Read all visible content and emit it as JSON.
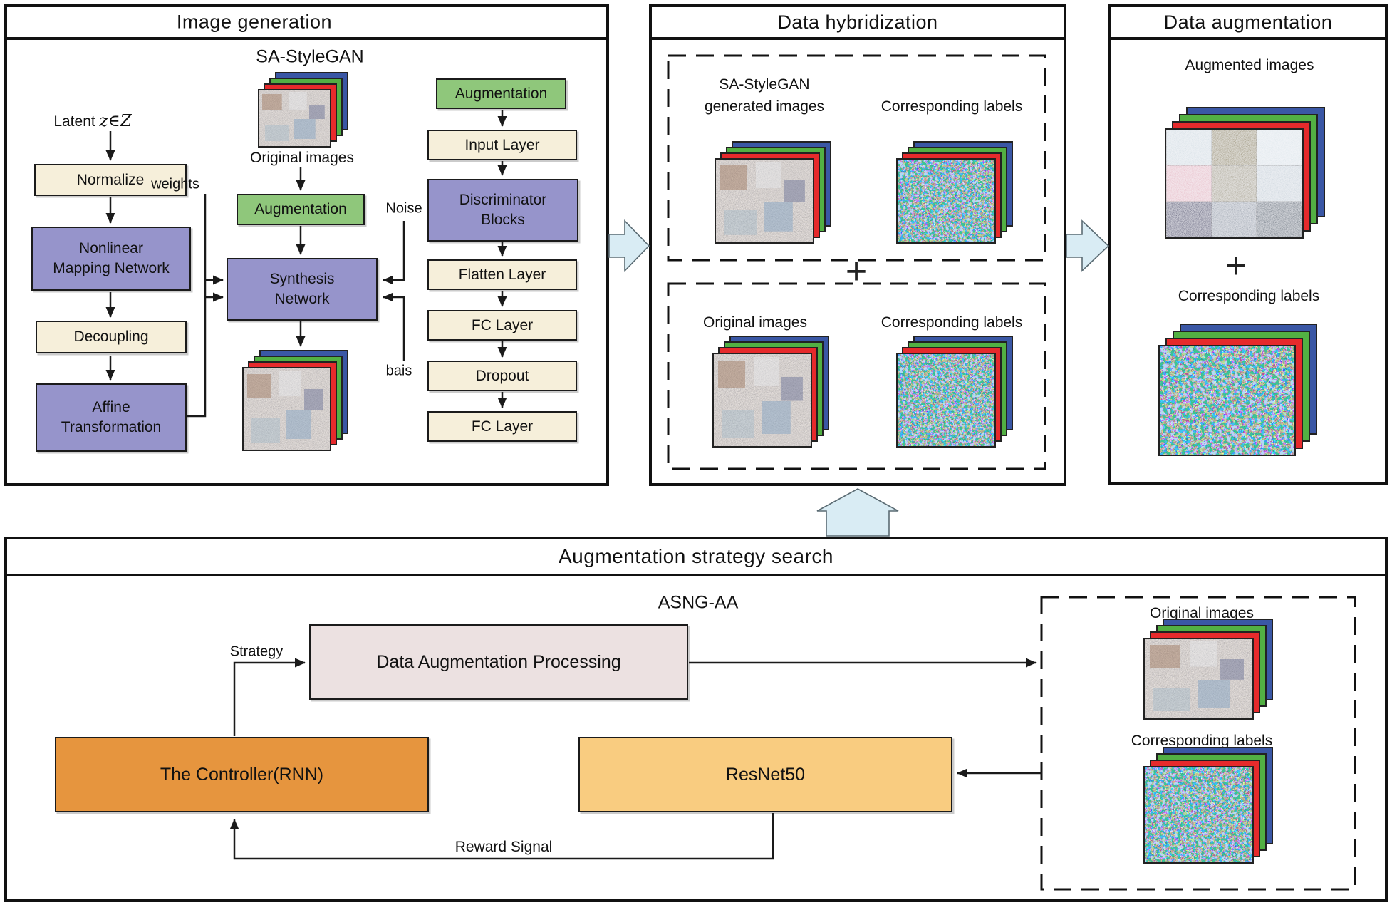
{
  "image_generation": {
    "title": "Image generation",
    "subtitle": "SA-StyleGAN",
    "latent_prefix": "Latent ",
    "latent_math": "z∈Z",
    "normalize": "Normalize",
    "weights": "weights",
    "nonlinear_line1": "Nonlinear",
    "nonlinear_line2": "Mapping Network",
    "decoupling": "Decoupling",
    "affine_line1": "Affine",
    "affine_line2": "Transformation",
    "original_images": "Original images",
    "augmentation": "Augmentation",
    "synthesis_line1": "Synthesis",
    "synthesis_line2": "Network",
    "noise": "Noise",
    "bais": "bais",
    "disc_augmentation": "Augmentation",
    "input_layer": "Input Layer",
    "disc_blocks_line1": "Discriminator",
    "disc_blocks_line2": "Blocks",
    "flatten_layer": "Flatten Layer",
    "fc_layer1": "FC Layer",
    "dropout": "Dropout",
    "fc_layer2": "FC Layer"
  },
  "data_hybridization": {
    "title": "Data hybridization",
    "gen_images_line1": "SA-StyleGAN",
    "gen_images_line2": "generated images",
    "corresponding_labels_top": "Corresponding labels",
    "plus": "+",
    "original_images": "Original images",
    "corresponding_labels_bottom": "Corresponding labels"
  },
  "data_augmentation": {
    "title": "Data augmentation",
    "augmented_images": "Augmented images",
    "plus": "+",
    "corresponding_labels": "Corresponding labels"
  },
  "strategy_search": {
    "title": "Augmentation strategy search",
    "subtitle": "ASNG-AA",
    "dap": "Data Augmentation Processing",
    "strategy": "Strategy",
    "controller": "The Controller(RNN)",
    "resnet": "ResNet50",
    "reward": "Reward Signal",
    "original_images": "Original images",
    "corresponding_labels": "Corresponding labels"
  },
  "colors": {
    "cream": "#F6EFDA",
    "purple": "#9694CB",
    "green": "#8FC77B",
    "pink": "#ECE1E1",
    "orange": "#E6953E",
    "light_orange": "#F9CC80",
    "arrow_blue": "#D9ECF4",
    "layer_red": "#E62A2C",
    "layer_green": "#52B043",
    "layer_blue": "#3A57A5"
  }
}
